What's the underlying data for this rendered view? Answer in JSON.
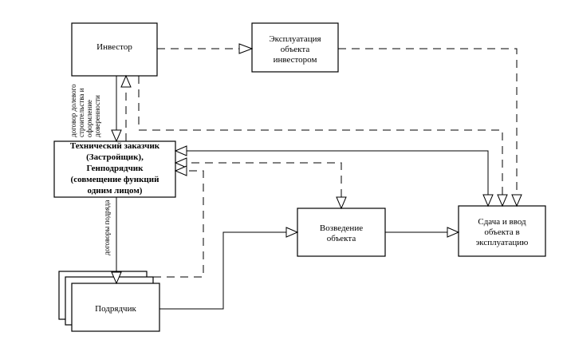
{
  "nodes": {
    "investor": {
      "lines": [
        "Инвестор"
      ]
    },
    "exploitation": {
      "lines": [
        "Эксплуатация",
        "объекта",
        "инвестором"
      ]
    },
    "customer": {
      "lines": [
        "Технический заказчик",
        "(Застройщик),",
        "Генподрядчик",
        "(совмещение функций",
        "одним лицом)"
      ]
    },
    "construction": {
      "lines": [
        "Возведение",
        "объекта"
      ]
    },
    "handover": {
      "lines": [
        "Сдача и ввод",
        "объекта в",
        "эксплуатацию"
      ]
    },
    "contractor": {
      "lines": [
        "Подрядчик"
      ]
    }
  },
  "labels": {
    "equity": [
      "договор долевого",
      "строительства и",
      "оформление",
      "доверенности"
    ],
    "contracts": "договоры подряда"
  }
}
